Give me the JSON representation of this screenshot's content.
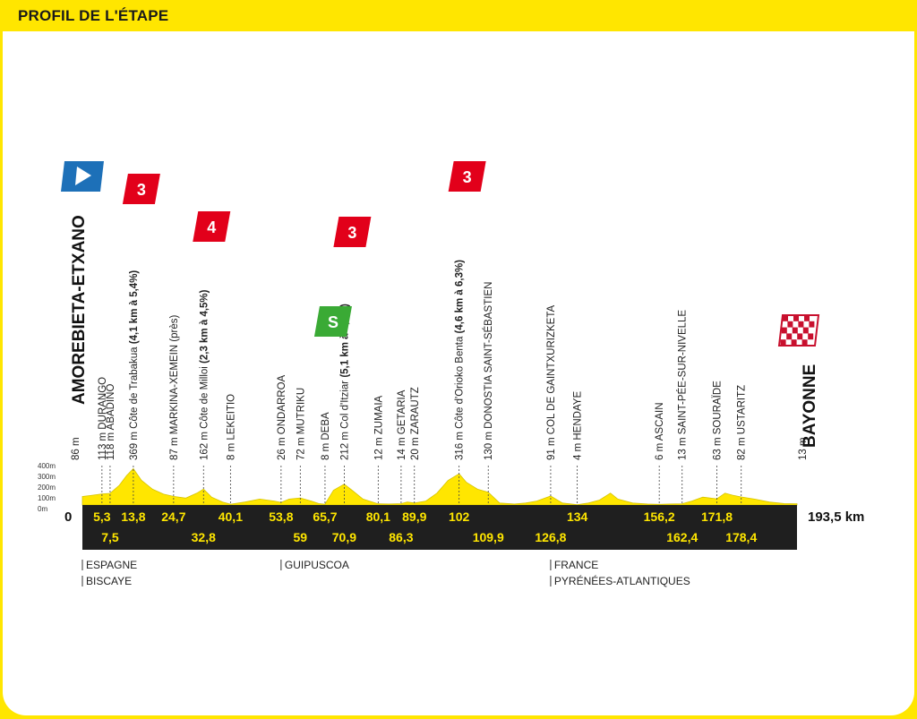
{
  "header": {
    "title": "PROFIL DE L'ÉTAPE"
  },
  "colors": {
    "yellow": "#ffe600",
    "dark": "#1f1f1f",
    "climb_red": "#e2001a",
    "sprint_green": "#3aaa35",
    "start_blue": "#1d70b8"
  },
  "chart_data": {
    "type": "area",
    "title": "",
    "total_distance_label": "193,5 km",
    "start_label": "0",
    "elevation_scale": [
      "400m",
      "300m",
      "200m",
      "100m",
      "0m"
    ],
    "elevation_max": 400,
    "distance_max": 193.5,
    "profile": [
      [
        0,
        86
      ],
      [
        2,
        95
      ],
      [
        5.3,
        113
      ],
      [
        7.5,
        118
      ],
      [
        10,
        200
      ],
      [
        12,
        300
      ],
      [
        13.8,
        369
      ],
      [
        16,
        250
      ],
      [
        19,
        160
      ],
      [
        22,
        110
      ],
      [
        24.7,
        87
      ],
      [
        28,
        70
      ],
      [
        31,
        120
      ],
      [
        32.8,
        162
      ],
      [
        35,
        80
      ],
      [
        38,
        30
      ],
      [
        40.1,
        8
      ],
      [
        44,
        30
      ],
      [
        48,
        60
      ],
      [
        52,
        40
      ],
      [
        53.8,
        26
      ],
      [
        56,
        60
      ],
      [
        59,
        72
      ],
      [
        62,
        40
      ],
      [
        64,
        15
      ],
      [
        65.7,
        8
      ],
      [
        68,
        150
      ],
      [
        70.9,
        212
      ],
      [
        73,
        150
      ],
      [
        76,
        60
      ],
      [
        80.1,
        12
      ],
      [
        83,
        10
      ],
      [
        86.3,
        14
      ],
      [
        88,
        30
      ],
      [
        89.9,
        20
      ],
      [
        93,
        40
      ],
      [
        96,
        120
      ],
      [
        99,
        250
      ],
      [
        102,
        316
      ],
      [
        104,
        230
      ],
      [
        107,
        160
      ],
      [
        109.9,
        130
      ],
      [
        113,
        20
      ],
      [
        117,
        10
      ],
      [
        120,
        20
      ],
      [
        123,
        40
      ],
      [
        126.8,
        91
      ],
      [
        130,
        20
      ],
      [
        134,
        4
      ],
      [
        137,
        20
      ],
      [
        140,
        50
      ],
      [
        143,
        120
      ],
      [
        145,
        60
      ],
      [
        149,
        20
      ],
      [
        153,
        10
      ],
      [
        156.2,
        6
      ],
      [
        159,
        10
      ],
      [
        162.4,
        13
      ],
      [
        165,
        40
      ],
      [
        168,
        80
      ],
      [
        171.8,
        63
      ],
      [
        174,
        120
      ],
      [
        176,
        100
      ],
      [
        178.4,
        82
      ],
      [
        182,
        60
      ],
      [
        186,
        30
      ],
      [
        190,
        15
      ],
      [
        193.5,
        13
      ]
    ],
    "km_markers_top": [
      "5,3",
      "13,8",
      "24,7",
      "40,1",
      "53,8",
      "65,7",
      "80,1",
      "89,9",
      "102",
      "134",
      "156,2",
      "171,8"
    ],
    "km_markers_top_pos": [
      5.3,
      13.8,
      24.7,
      40.1,
      53.8,
      65.7,
      80.1,
      89.9,
      102,
      134,
      156.2,
      171.8
    ],
    "km_markers_bottom": [
      "7,5",
      "32,8",
      "59",
      "70,9",
      "86,3",
      "109,9",
      "126,8",
      "162,4",
      "178,4"
    ],
    "km_markers_bottom_pos": [
      7.5,
      32.8,
      59,
      70.9,
      86.3,
      109.9,
      126.8,
      162.4,
      178.4
    ],
    "start_place": {
      "elev": "86 m",
      "name": "AMOREBIETA-ETXANO",
      "km": 0
    },
    "finish_place": {
      "elev": "13 m",
      "name": "BAYONNE",
      "km": 193.5
    },
    "waypoints": [
      {
        "km": 5.3,
        "elev": "113 m",
        "name": "DURANGO",
        "extra": ""
      },
      {
        "km": 7.5,
        "elev": "118 m",
        "name": "ABADIÑO",
        "extra": ""
      },
      {
        "km": 13.8,
        "elev": "369 m",
        "name": "Côte de Trabakua",
        "extra": "(4,1 km à 5,4%)"
      },
      {
        "km": 24.7,
        "elev": "87 m",
        "name": "MARKINA-XEMEIN (près)",
        "extra": ""
      },
      {
        "km": 32.8,
        "elev": "162 m",
        "name": "Côte de Milloi",
        "extra": "(2,3 km à 4,5%)"
      },
      {
        "km": 40.1,
        "elev": "8 m",
        "name": "LEKEITIO",
        "extra": ""
      },
      {
        "km": 53.8,
        "elev": "26 m",
        "name": "ONDARROA",
        "extra": ""
      },
      {
        "km": 59,
        "elev": "72 m",
        "name": "MUTRIKU",
        "extra": ""
      },
      {
        "km": 65.7,
        "elev": "8 m",
        "name": "DEBA",
        "extra": ""
      },
      {
        "km": 70.9,
        "elev": "212 m",
        "name": "Col d'Itziar",
        "extra": "(5,1 km à 4,6%)"
      },
      {
        "km": 80.1,
        "elev": "12 m",
        "name": "ZUMAIA",
        "extra": ""
      },
      {
        "km": 86.3,
        "elev": "14 m",
        "name": "GETARIA",
        "extra": ""
      },
      {
        "km": 89.9,
        "elev": "20 m",
        "name": "ZARAUTZ",
        "extra": ""
      },
      {
        "km": 102,
        "elev": "316 m",
        "name": "Côte d'Orioko Benta",
        "extra": "(4,6 km à 6,3%)"
      },
      {
        "km": 109.9,
        "elev": "130 m",
        "name": "DONOSTIA SAINT-SÉBASTIEN",
        "extra": ""
      },
      {
        "km": 126.8,
        "elev": "91 m",
        "name": "COL DE GAINTXURIZKETA",
        "extra": ""
      },
      {
        "km": 134,
        "elev": "4 m",
        "name": "HENDAYE",
        "extra": ""
      },
      {
        "km": 156.2,
        "elev": "6 m",
        "name": "ASCAIN",
        "extra": ""
      },
      {
        "km": 162.4,
        "elev": "13 m",
        "name": "SAINT-PÉE-SUR-NIVELLE",
        "extra": ""
      },
      {
        "km": 171.8,
        "elev": "63 m",
        "name": "SOURAÏDE",
        "extra": ""
      },
      {
        "km": 178.4,
        "elev": "82 m",
        "name": "USTARITZ",
        "extra": ""
      }
    ],
    "badges": [
      {
        "type": "climb",
        "text": "3",
        "km": 13.8
      },
      {
        "type": "climb",
        "text": "4",
        "km": 32.8
      },
      {
        "type": "sprint",
        "text": "S",
        "km": 65.7
      },
      {
        "type": "climb",
        "text": "3",
        "km": 70.9
      },
      {
        "type": "climb",
        "text": "3",
        "km": 102
      }
    ],
    "regions": [
      {
        "km": 0,
        "lines": [
          "ESPAGNE",
          "BISCAYE"
        ]
      },
      {
        "km": 53.8,
        "lines": [
          "GUIPUSCOA"
        ]
      },
      {
        "km": 126.8,
        "lines": [
          "FRANCE",
          "PYRÉNÉES-ATLANTIQUES"
        ]
      }
    ]
  }
}
